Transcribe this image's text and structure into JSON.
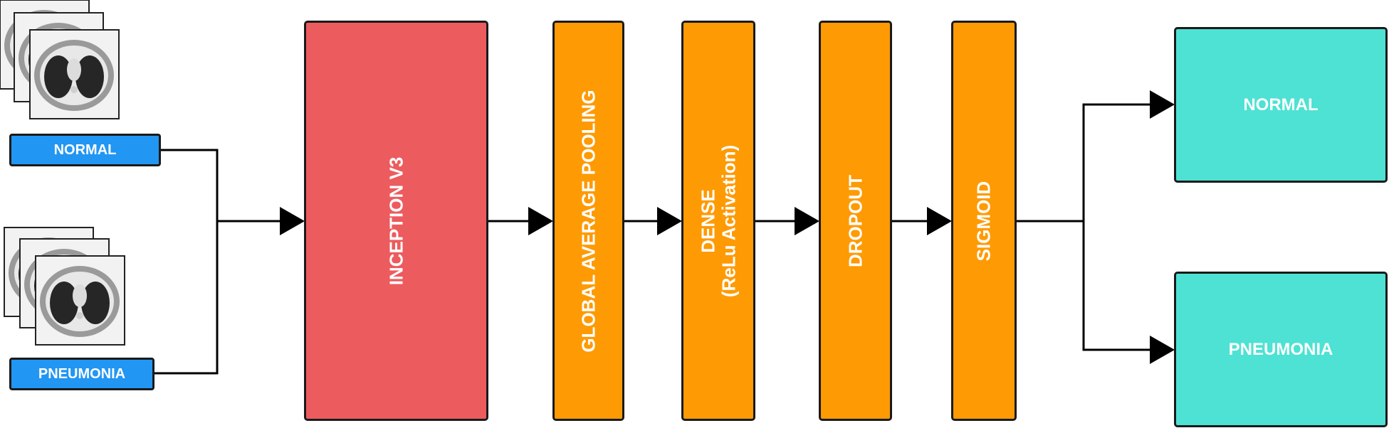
{
  "inputs": {
    "normal_label": "NORMAL",
    "pneumonia_label": "PNEUMONIA",
    "scan_icon": "ct-lung-scan-image"
  },
  "model": {
    "inception": "INCEPTION V3",
    "gap": "GLOBAL AVERAGE POOLING",
    "dense": "DENSE",
    "dense_sub": "(ReLu Activation)",
    "dropout": "DROPOUT",
    "sigmoid": "SIGMOID"
  },
  "outputs": {
    "normal": "NORMAL",
    "pneumonia": "PNEUMONIA"
  },
  "colors": {
    "input_label": "#2196f3",
    "inception": "#ec5b5e",
    "layers": "#fe9a03",
    "outputs": "#4de2d3",
    "connector": "#000000"
  }
}
